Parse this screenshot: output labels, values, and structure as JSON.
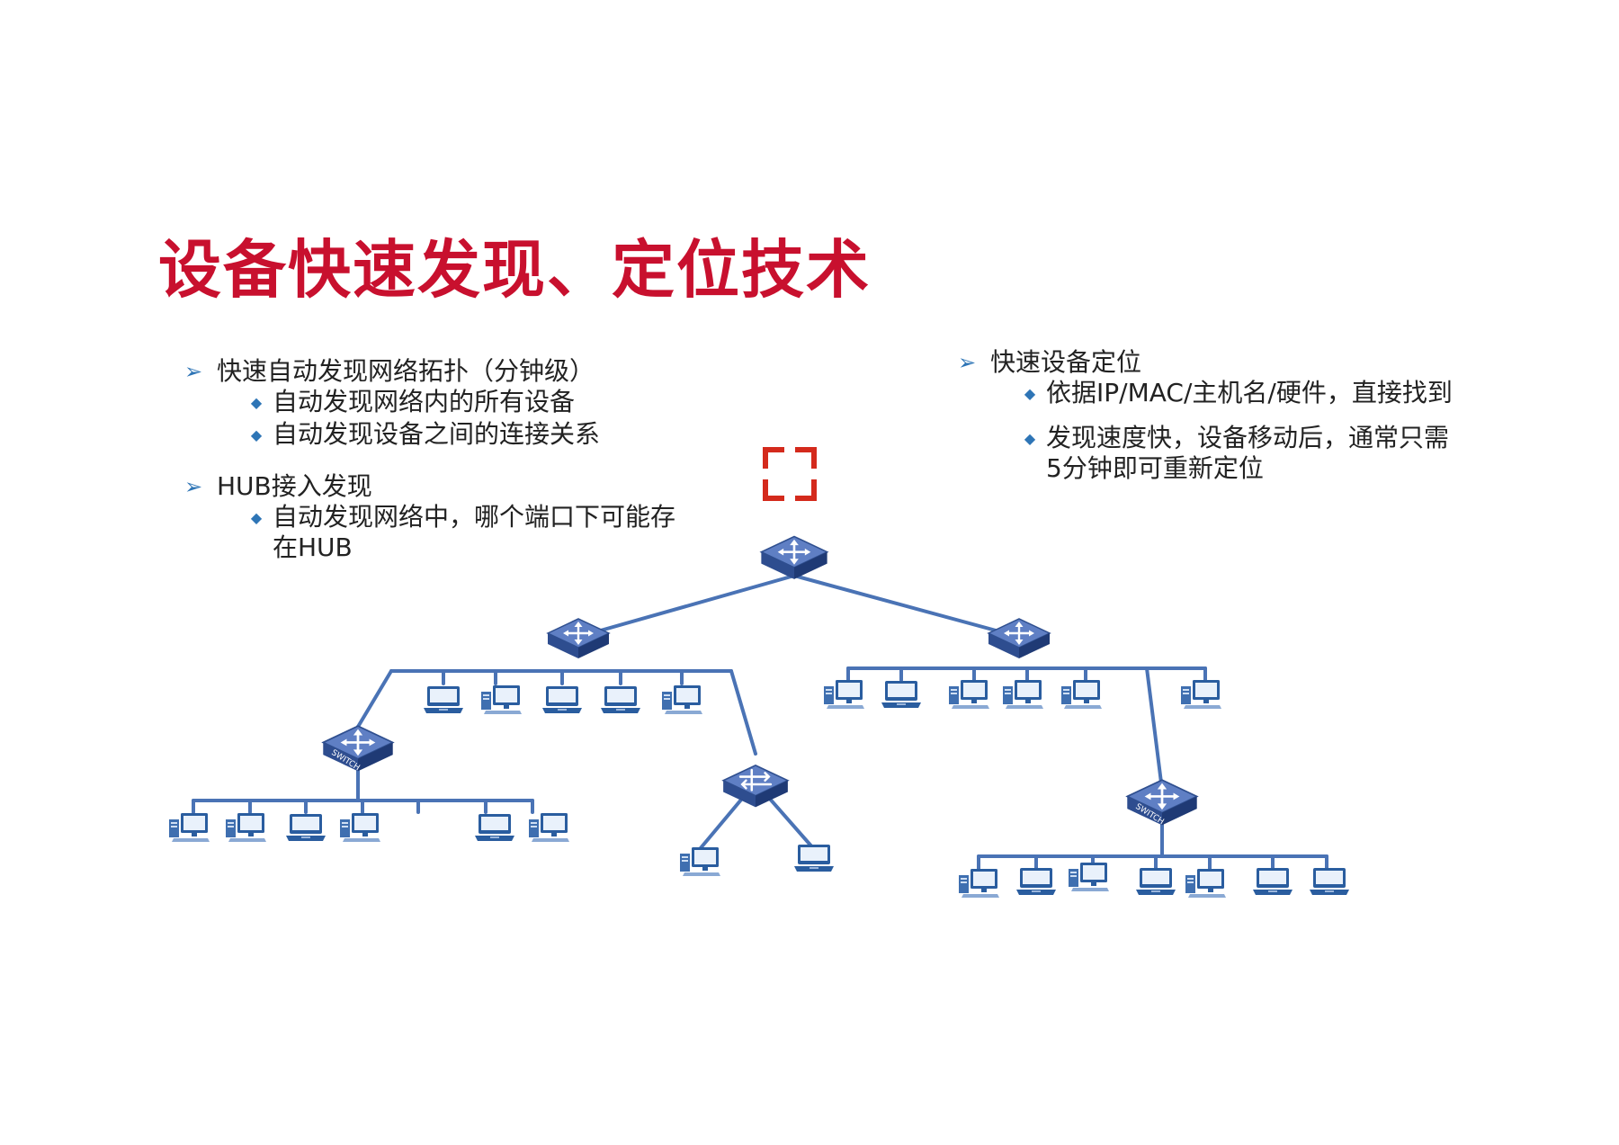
{
  "title": "设备快速发现、定位技术",
  "left_list": {
    "item1": "快速自动发现网络拓扑（分钟级）",
    "item1_sub1": "自动发现网络内的所有设备",
    "item1_sub2": "自动发现设备之间的连接关系",
    "item2": "HUB接入发现",
    "item2_sub1": "自动发现网络中，哪个端口下可能存\n在HUB"
  },
  "right_list": {
    "item1": "快速设备定位",
    "item1_sub1": "依据IP/MAC/主机名/硬件，直接找到",
    "item1_sub2": "发现速度快，设备移动后，通常只需\n5分钟即可重新定位"
  },
  "switch_label": "SWITCH",
  "colors": {
    "title": "#c8102e",
    "bullet": "#2e75b6",
    "line": "#4a73b5",
    "device": "#2a5d9f",
    "focus": "#d42a1c"
  },
  "icons": [
    "bullet-arrow-icon",
    "bullet-diamond-icon",
    "focus-corner-icon",
    "switch-icon",
    "hub-icon",
    "laptop-icon",
    "desktop-icon"
  ]
}
